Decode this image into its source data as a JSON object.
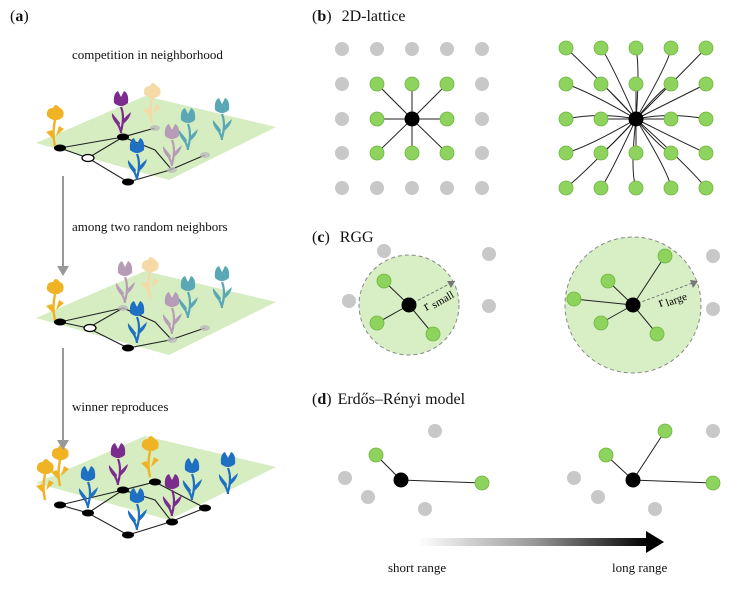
{
  "panels": {
    "a": {
      "tag_open": "(",
      "letter": "a",
      "tag_close": ")",
      "steps": [
        "competition in neighborhood",
        "among two random neighbors",
        "winner reproduces"
      ]
    },
    "b": {
      "tag_open": "(",
      "letter": "b",
      "tag_close": ")",
      "title": "2D-lattice"
    },
    "c": {
      "tag_open": "(",
      "letter": "c",
      "tag_close": ")",
      "title": "RGG",
      "radius_small": {
        "symbol": "r",
        "subscript": "small"
      },
      "radius_large": {
        "symbol": "r",
        "subscript": "large"
      }
    },
    "d": {
      "tag_open": "(",
      "letter": "d",
      "tag_close": ")",
      "title": "Erdős–Rényi model"
    }
  },
  "range_arrow": {
    "left_label": "short range",
    "right_label": "long range"
  },
  "colors": {
    "neighbor": "#8fd35f",
    "neighbor_stroke": "#6fb63e",
    "inactive": "#c8c8c8",
    "focal": "#000000",
    "disk_fill": "#d8efc6",
    "disk_stroke": "#888888",
    "plane": "#cfeab7",
    "yellow_flower": "#f0b323",
    "purple_flower": "#7b2d8e",
    "pale_flower": "#f5d9a6",
    "grey_flower": "#b69cb6",
    "blue_flower": "#1f6fc2",
    "teal_flower": "#5aa8b5",
    "arrow": "#999999"
  }
}
